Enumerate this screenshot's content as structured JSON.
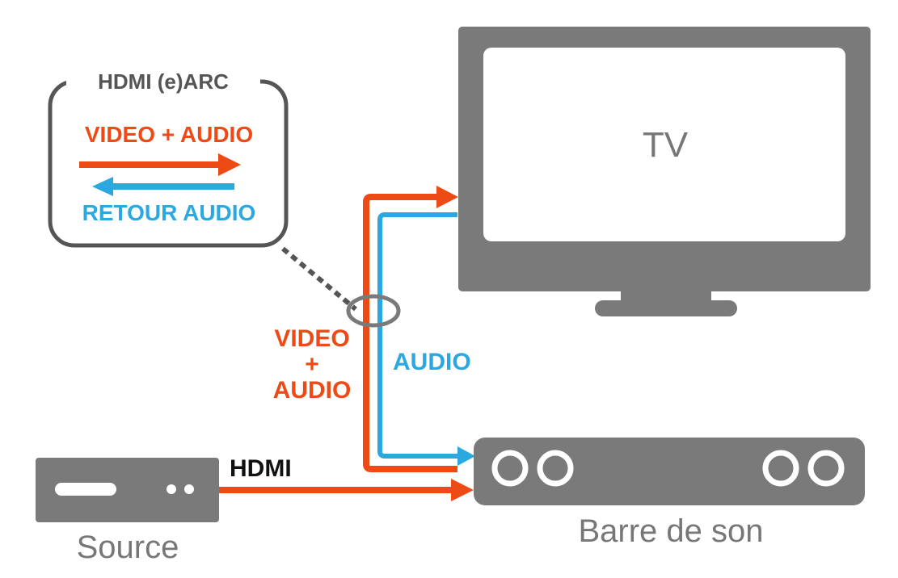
{
  "legend": {
    "title": "HDMI (e)ARC",
    "forward_label": "VIDEO + AUDIO",
    "return_label": "RETOUR AUDIO"
  },
  "tv": {
    "label": "TV"
  },
  "cable": {
    "video_label_line1": "VIDEO",
    "video_label_line2": "+",
    "video_label_line3": "AUDIO",
    "audio_label": "AUDIO"
  },
  "hdmi": {
    "label": "HDMI"
  },
  "source": {
    "label": "Source"
  },
  "soundbar": {
    "label": "Barre de son"
  },
  "colors": {
    "video": "#ee4a15",
    "audio": "#2ba8e0",
    "device": "#7a7a7a",
    "legend_border": "#555555"
  }
}
